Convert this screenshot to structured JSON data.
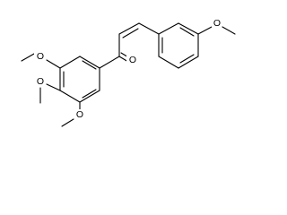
{
  "molecule": {
    "atoms": [
      {
        "id": "o_carbonyl",
        "symbol": "O"
      },
      {
        "id": "o_meta_top",
        "symbol": "O"
      },
      {
        "id": "o_para",
        "symbol": "O"
      },
      {
        "id": "o_meta_bottom",
        "symbol": "O"
      },
      {
        "id": "o_right_methoxy",
        "symbol": "O"
      }
    ]
  }
}
